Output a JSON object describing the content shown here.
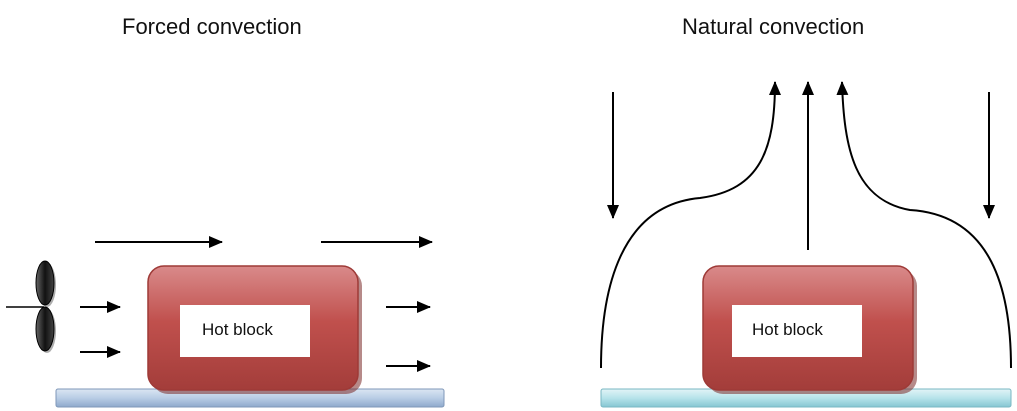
{
  "panels": {
    "forced": {
      "title": "Forced convection",
      "block_label": "Hot block"
    },
    "natural": {
      "title": "Natural convection",
      "block_label": "Hot block"
    }
  },
  "colors": {
    "block_top": "#d98a8a",
    "block_mid": "#c0504d",
    "block_dark": "#8c2f2d",
    "base_forced": "#b9cde5",
    "base_natural": "#b7e3ea",
    "arrow": "#000000",
    "fan": "#222222"
  }
}
